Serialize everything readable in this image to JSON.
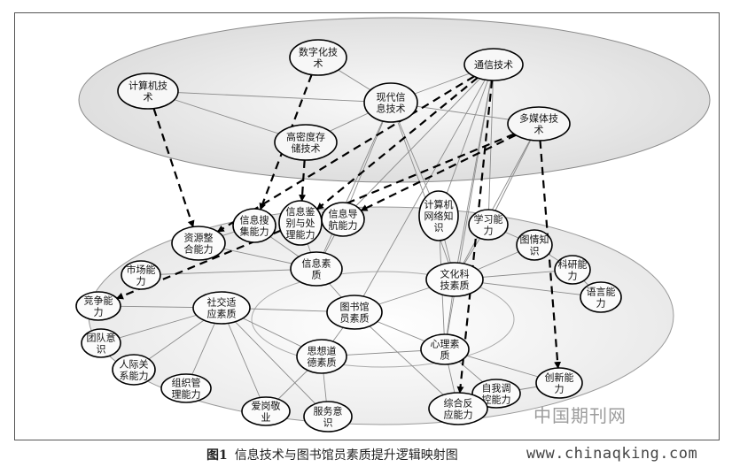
{
  "figure": {
    "number": "图1",
    "caption": "信息技术与图书馆员素质提升逻辑映射图"
  },
  "site_url": "www.chinaqking.com",
  "watermark": "中国期刊网",
  "upper_layer_nodes": [
    {
      "id": "digital",
      "lines": [
        "数字化技",
        "术"
      ]
    },
    {
      "id": "comm",
      "lines": [
        "通信技术"
      ]
    },
    {
      "id": "computer",
      "lines": [
        "计算机技",
        "术"
      ]
    },
    {
      "id": "modern",
      "lines": [
        "现代信",
        "息技术"
      ]
    },
    {
      "id": "multimedia",
      "lines": [
        "多媒体技",
        "术"
      ]
    },
    {
      "id": "storage",
      "lines": [
        "高密度存",
        "储技术"
      ]
    }
  ],
  "lower_layer_nodes": [
    {
      "id": "infosearch",
      "lines": [
        "信息搜",
        "集能力"
      ]
    },
    {
      "id": "infoident",
      "lines": [
        "信息鉴",
        "别与处",
        "理能力"
      ]
    },
    {
      "id": "infonav",
      "lines": [
        "信息导",
        "航能力"
      ]
    },
    {
      "id": "netknow",
      "lines": [
        "计算机",
        "网络知",
        "识"
      ]
    },
    {
      "id": "learn",
      "lines": [
        "学习能",
        "力"
      ]
    },
    {
      "id": "resource",
      "lines": [
        "资源整",
        "合能力"
      ]
    },
    {
      "id": "libinfo",
      "lines": [
        "图情知",
        "识"
      ]
    },
    {
      "id": "market",
      "lines": [
        "市场能",
        "力"
      ]
    },
    {
      "id": "infoquality",
      "lines": [
        "信息素",
        "质"
      ]
    },
    {
      "id": "research",
      "lines": [
        "科研能",
        "力"
      ]
    },
    {
      "id": "culture",
      "lines": [
        "文化科",
        "技素质"
      ]
    },
    {
      "id": "lang",
      "lines": [
        "语言能",
        "力"
      ]
    },
    {
      "id": "compete",
      "lines": [
        "竞争能",
        "力"
      ]
    },
    {
      "id": "social",
      "lines": [
        "社交适",
        "应素质"
      ]
    },
    {
      "id": "librarian",
      "lines": [
        "图书馆",
        "员素质"
      ]
    },
    {
      "id": "team",
      "lines": [
        "团队意",
        "识"
      ]
    },
    {
      "id": "psych",
      "lines": [
        "心理素",
        "质"
      ]
    },
    {
      "id": "ideo",
      "lines": [
        "思想道",
        "德素质"
      ]
    },
    {
      "id": "interp",
      "lines": [
        "人际关",
        "系能力"
      ]
    },
    {
      "id": "innov",
      "lines": [
        "创新能",
        "力"
      ]
    },
    {
      "id": "org",
      "lines": [
        "组织管",
        "理能力"
      ]
    },
    {
      "id": "selfctrl",
      "lines": [
        "自我调",
        "控能力"
      ]
    },
    {
      "id": "dedication",
      "lines": [
        "爱岗敬",
        "业"
      ]
    },
    {
      "id": "service",
      "lines": [
        "服务意",
        "识"
      ]
    },
    {
      "id": "response",
      "lines": [
        "综合反",
        "应能力"
      ]
    }
  ],
  "thin_links": [
    [
      "computer",
      "modern"
    ],
    [
      "digital",
      "modern"
    ],
    [
      "comm",
      "modern"
    ],
    [
      "modern",
      "multimedia"
    ],
    [
      "storage",
      "modern"
    ],
    [
      "computer",
      "storage"
    ],
    [
      "modern",
      "infoquality"
    ],
    [
      "modern",
      "netknow"
    ],
    [
      "modern",
      "culture"
    ],
    [
      "modern",
      "infonav"
    ],
    [
      "comm",
      "netknow"
    ],
    [
      "comm",
      "culture"
    ],
    [
      "comm",
      "learn"
    ],
    [
      "comm",
      "librarian"
    ],
    [
      "comm",
      "infonav"
    ],
    [
      "comm",
      "psych"
    ],
    [
      "multimedia",
      "learn"
    ],
    [
      "multimedia",
      "culture"
    ],
    [
      "infoquality",
      "infosearch"
    ],
    [
      "infoquality",
      "infoident"
    ],
    [
      "infoquality",
      "infonav"
    ],
    [
      "infoquality",
      "resource"
    ],
    [
      "infoquality",
      "market"
    ],
    [
      "librarian",
      "infoquality"
    ],
    [
      "librarian",
      "culture"
    ],
    [
      "librarian",
      "social"
    ],
    [
      "librarian",
      "psych"
    ],
    [
      "librarian",
      "ideo"
    ],
    [
      "culture",
      "netknow"
    ],
    [
      "culture",
      "learn"
    ],
    [
      "culture",
      "libinfo"
    ],
    [
      "culture",
      "research"
    ],
    [
      "culture",
      "lang"
    ],
    [
      "culture",
      "psych"
    ],
    [
      "learn",
      "libinfo"
    ],
    [
      "libinfo",
      "research"
    ],
    [
      "research",
      "lang"
    ],
    [
      "social",
      "compete"
    ],
    [
      "social",
      "team"
    ],
    [
      "social",
      "interp"
    ],
    [
      "social",
      "org"
    ],
    [
      "social",
      "dedication"
    ],
    [
      "social",
      "service"
    ],
    [
      "social",
      "ideo"
    ],
    [
      "psych",
      "selfctrl"
    ],
    [
      "psych",
      "innov"
    ],
    [
      "psych",
      "response"
    ],
    [
      "psych",
      "ideo"
    ],
    [
      "ideo",
      "service"
    ],
    [
      "ideo",
      "dedication"
    ],
    [
      "resource",
      "infosearch"
    ],
    [
      "netknow",
      "psych"
    ],
    [
      "librarian",
      "response"
    ],
    [
      "selfctrl",
      "innov"
    ]
  ],
  "dashed_arrows": [
    [
      "computer",
      "resource"
    ],
    [
      "digital",
      "infosearch"
    ],
    [
      "comm",
      "infoident"
    ],
    [
      "comm",
      "response"
    ],
    [
      "storage",
      "infoident"
    ],
    [
      "multimedia",
      "infonav"
    ],
    [
      "multimedia",
      "compete"
    ],
    [
      "multimedia",
      "innov"
    ],
    [
      "comm",
      "resource"
    ]
  ]
}
